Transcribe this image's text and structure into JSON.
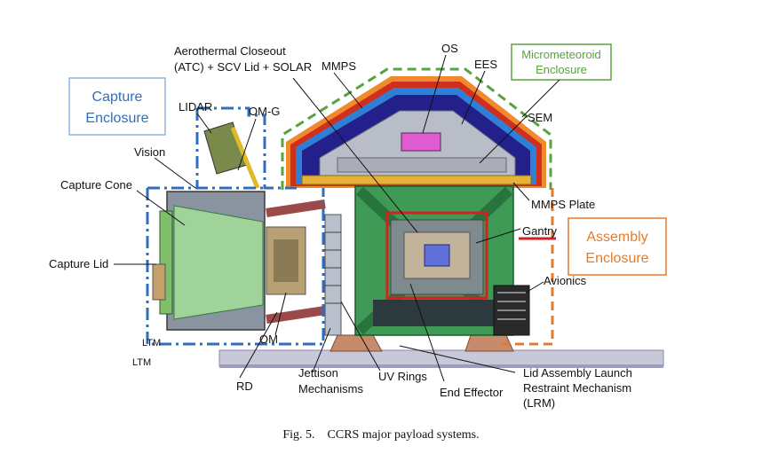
{
  "labels": {
    "aerothermal_line1": "Aerothermal Closeout",
    "aerothermal_line2": "(ATC) + SCV Lid + SOLAR",
    "mmps": "MMPS",
    "os": "OS",
    "ees": "EES",
    "micrometeoroid_line1": "Micrometeoroid",
    "micrometeoroid_line2": "Enclosure",
    "capture_enclosure_line1": "Capture",
    "capture_enclosure_line2": "Enclosure",
    "lidar": "LIDAR",
    "om_g": "OM-G",
    "sem": "SEM",
    "vision": "Vision",
    "capture_cone": "Capture Cone",
    "mmps_plate": "MMPS Plate",
    "gantry": "Gantry",
    "assembly_enclosure_line1": "Assembly",
    "assembly_enclosure_line2": "Enclosure",
    "capture_lid": "Capture Lid",
    "avionics": "Avionics",
    "ltm_overlap": "LTM",
    "om": "OM",
    "ltm": "LTM",
    "rd": "RD",
    "jettison_line1": "Jettison",
    "jettison_line2": "Mechanisms",
    "uv_rings": "UV Rings",
    "end_effector": "End Effector",
    "lid_launch_line1": "Lid Assembly Launch",
    "lid_launch_line2": "Restraint Mechanism",
    "lid_launch_line3": "(LRM)"
  },
  "caption": "Fig. 5.    CCRS major payload systems.",
  "colors": {
    "capture_enclosure": "#2f6fba",
    "micrometeoroid_enclosure": "#58a23f",
    "assembly_enclosure": "#e37b2c",
    "gantry_highlight": "#d42020",
    "frame_green": "#3f9a55",
    "frame_light": "#9fd39a",
    "dome_navy": "#23208c",
    "dome_blue": "#2f7fd6",
    "dome_red": "#cf2f1f",
    "dome_orange": "#f08a2c"
  }
}
